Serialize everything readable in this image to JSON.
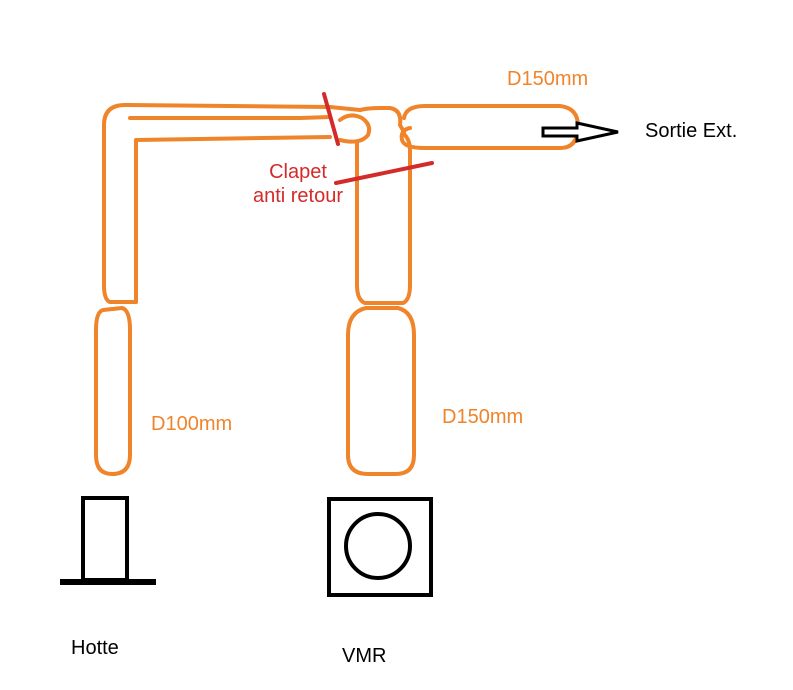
{
  "colors": {
    "duct": "#f0842a",
    "valve": "#d42a2a",
    "equipment": "#000000"
  },
  "labels": {
    "d150_top": "D150mm",
    "sortie": "Sortie Ext.",
    "clapet_line1": "Clapet",
    "clapet_line2": "anti retour",
    "d100": "D100mm",
    "d150_right": "D150mm",
    "hotte": "Hotte",
    "vmr": "VMR"
  }
}
